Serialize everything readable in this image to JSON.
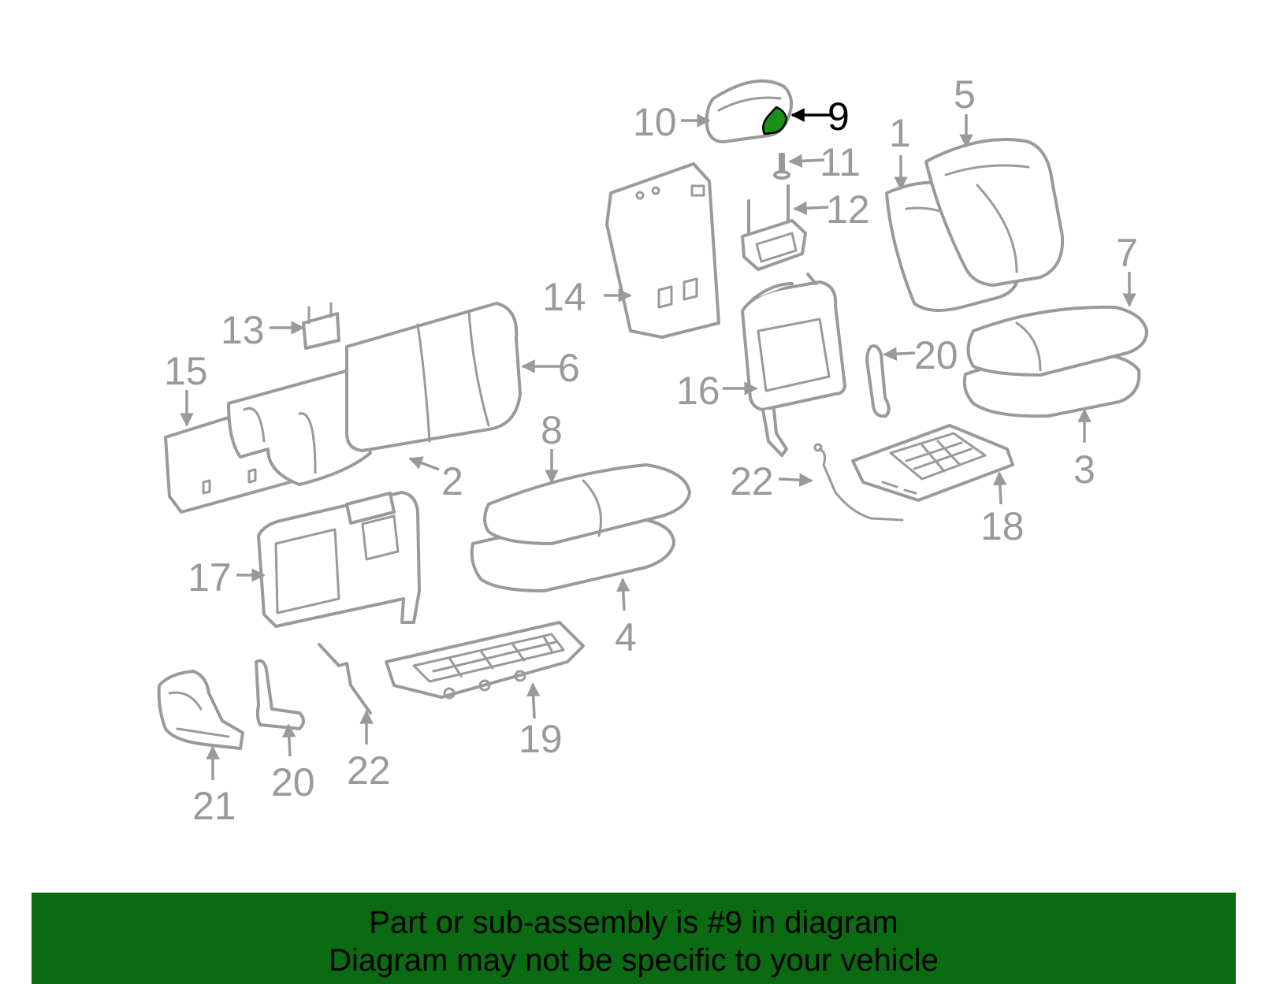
{
  "colors": {
    "line_art": "#9a9a9a",
    "highlight_part": "#1a8f1a",
    "highlight_label": "#000000",
    "banner_background": "#0b6b12",
    "banner_text": "#000000",
    "page_background": "#ffffff"
  },
  "diagram": {
    "highlighted_callout": "9",
    "callouts": {
      "c1": "1",
      "c2": "2",
      "c3": "3",
      "c4": "4",
      "c5": "5",
      "c6": "6",
      "c7": "7",
      "c8": "8",
      "c9": "9",
      "c10": "10",
      "c11": "11",
      "c12": "12",
      "c13": "13",
      "c14": "14",
      "c15": "15",
      "c16": "16",
      "c17": "17",
      "c18": "18",
      "c19": "19",
      "c20a": "20",
      "c20b": "20",
      "c21": "21",
      "c22a": "22",
      "c22b": "22"
    }
  },
  "banner": {
    "line1": "Part or sub-assembly is #9 in diagram",
    "line2": "Diagram may not be specific to your vehicle"
  }
}
